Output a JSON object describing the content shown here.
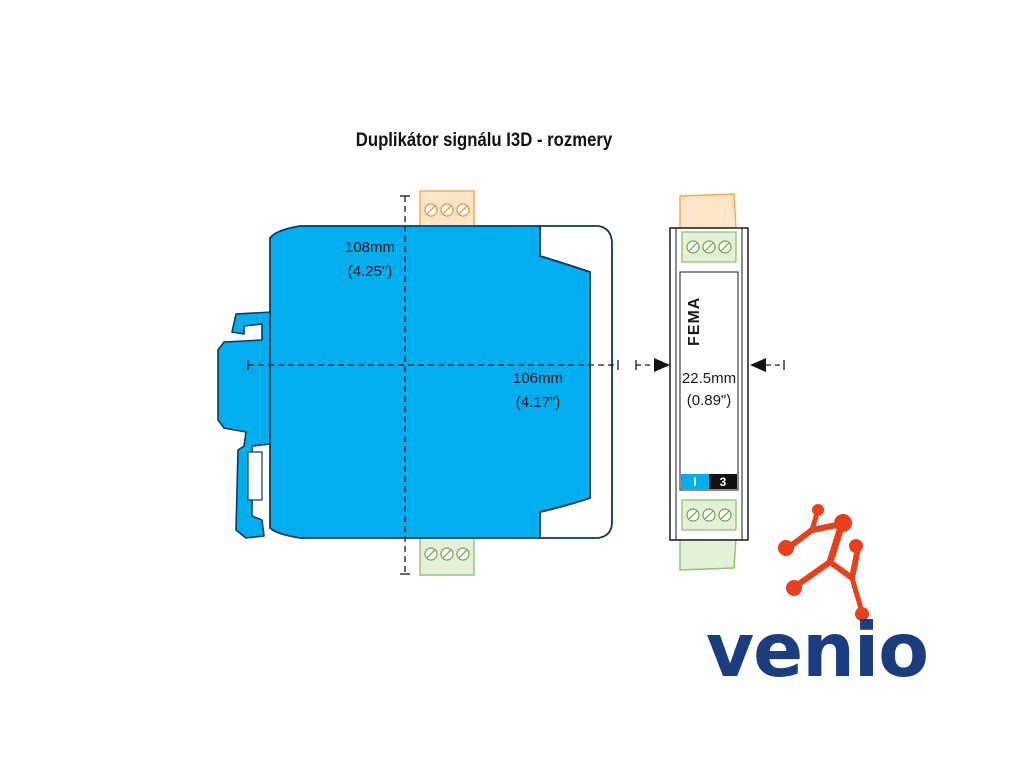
{
  "title": "Duplikátor signálu I3D - rozmery",
  "side_view": {
    "height_dimension": {
      "metric": "108mm",
      "imperial": "(4.25\")"
    },
    "depth_dimension": {
      "metric": "106mm",
      "imperial": "(4.17\")"
    }
  },
  "front_view": {
    "width_dimension": {
      "metric": "22.5mm",
      "imperial": "(0.89\")"
    },
    "manufacturer_mark": "FEMA",
    "module_tag": {
      "left": "I",
      "right": "3"
    }
  },
  "logo": {
    "wordmark": "venio"
  },
  "colors": {
    "housing_blue": "#00aeef",
    "terminal_orange": "#f7a84f",
    "terminal_green": "#8dc26f",
    "logo_red": "#e8401c",
    "logo_navy": "#1b3d80"
  },
  "icons": [
    "arrow-right-icon",
    "arrow-left-icon",
    "screw-terminal-icon"
  ]
}
